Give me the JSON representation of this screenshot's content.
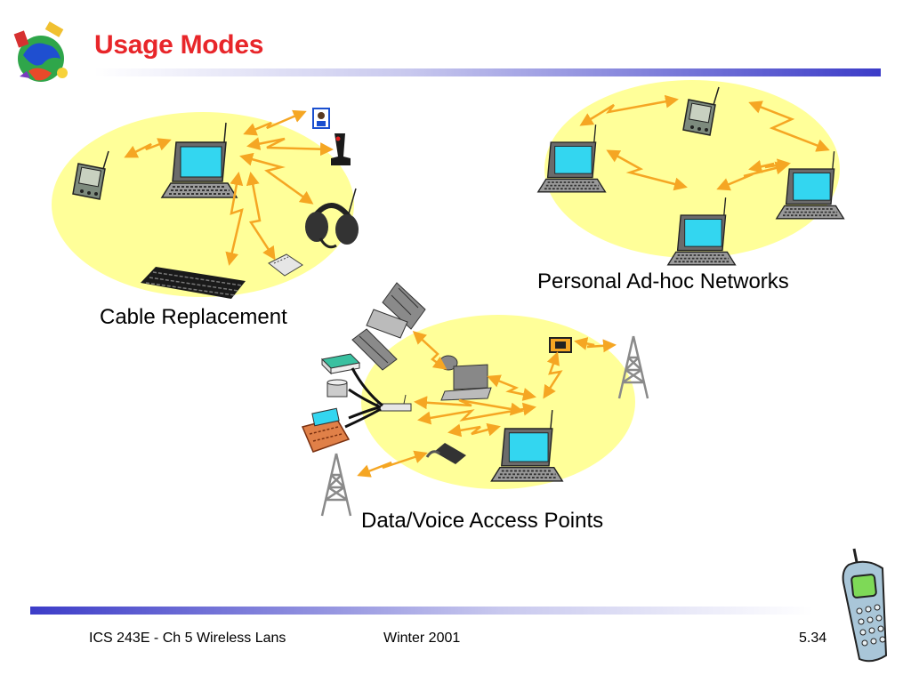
{
  "slide": {
    "title": "Usage Modes"
  },
  "groups": {
    "cable_replacement": {
      "caption": "Cable Replacement"
    },
    "adhoc": {
      "caption": "Personal Ad-hoc Networks"
    },
    "access_points": {
      "caption": "Data/Voice Access Points"
    }
  },
  "footer": {
    "course": "ICS 243E - Ch 5 Wireless Lans",
    "term": "Winter 2001",
    "page": "5.34"
  },
  "colors": {
    "title": "#e8262a",
    "bubble": "#ffff99",
    "arrow": "#f5a623",
    "screen": "#33d6f0",
    "accent_bar": "#3c3cc8"
  },
  "icons": [
    "globe-logo-icon",
    "laptop-icon",
    "pda-icon",
    "keyboard-icon",
    "headset-icon",
    "joystick-icon",
    "printer-icon",
    "satellite-icon",
    "antenna-tower-icon",
    "phone-icon",
    "cash-register-icon",
    "cellphone-icon"
  ]
}
